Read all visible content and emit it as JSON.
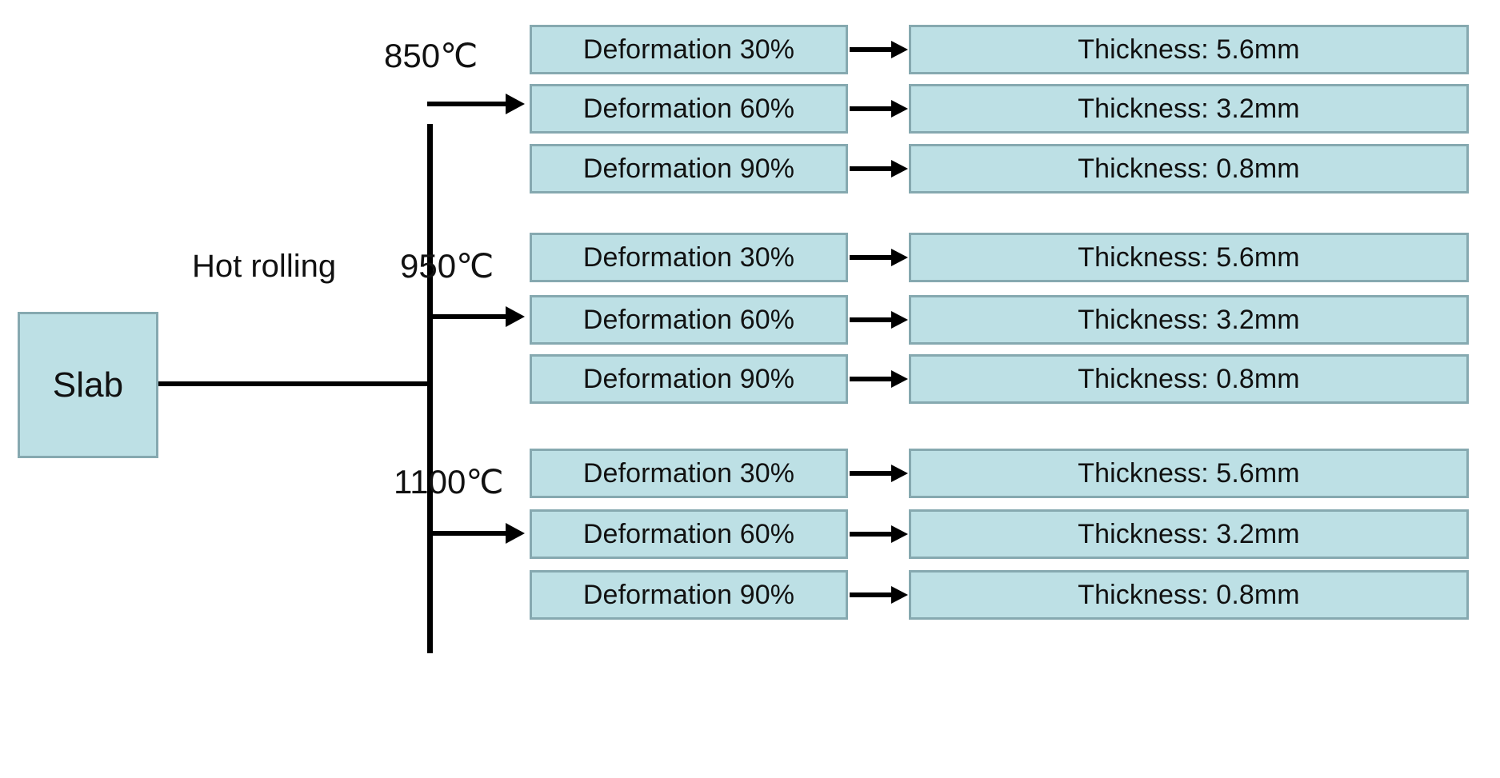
{
  "diagram": {
    "title": "Hot rolling process flow",
    "colors": {
      "box_fill": "#bde0e5",
      "box_border": "#86a9b0",
      "connector": "#000000",
      "background": "#ffffff",
      "text": "#111111"
    },
    "source": {
      "label": "Slab"
    },
    "process": {
      "label": "Hot rolling"
    },
    "branches": [
      {
        "temperature": "850℃",
        "steps": [
          {
            "deformation": "Deformation 30%",
            "result": "Thickness: 5.6mm"
          },
          {
            "deformation": "Deformation 60%",
            "result": "Thickness: 3.2mm"
          },
          {
            "deformation": "Deformation 90%",
            "result": "Thickness: 0.8mm"
          }
        ]
      },
      {
        "temperature": "950℃",
        "steps": [
          {
            "deformation": "Deformation 30%",
            "result": "Thickness: 5.6mm"
          },
          {
            "deformation": "Deformation 60%",
            "result": "Thickness: 3.2mm"
          },
          {
            "deformation": "Deformation 90%",
            "result": "Thickness: 0.8mm"
          }
        ]
      },
      {
        "temperature": "1100℃",
        "steps": [
          {
            "deformation": "Deformation 30%",
            "result": "Thickness: 5.6mm"
          },
          {
            "deformation": "Deformation 60%",
            "result": "Thickness: 3.2mm"
          },
          {
            "deformation": "Deformation 90%",
            "result": "Thickness: 0.8mm"
          }
        ]
      }
    ]
  }
}
